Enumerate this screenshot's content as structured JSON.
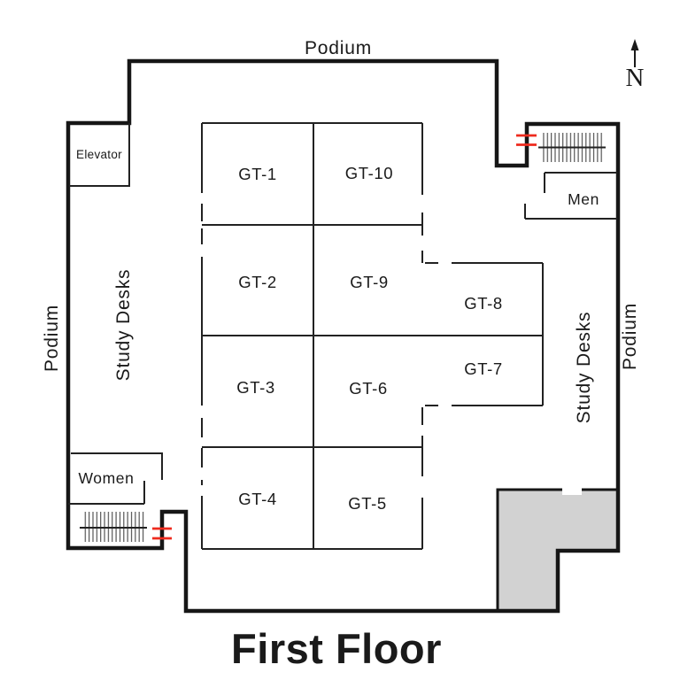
{
  "title": {
    "text": "First Floor",
    "color": "#1b3a66"
  },
  "compass": {
    "label": "N"
  },
  "areas": {
    "podium_top": "Podium",
    "podium_left": "Podium",
    "podium_right": "Podium",
    "study_desks_left": "Study Desks",
    "study_desks_right": "Study Desks"
  },
  "rooms": {
    "elevator": "Elevator",
    "men": "Men",
    "women": "Women",
    "gt": [
      "GT-1",
      "GT-2",
      "GT-3",
      "GT-4",
      "GT-5",
      "GT-6",
      "GT-7",
      "GT-8",
      "GT-9",
      "GT-10"
    ]
  },
  "colors": {
    "wall": "#161616",
    "interior_line": "#222222",
    "door_marker_red": "#ee2b1e",
    "service_area_gray": "#d2d2d2",
    "stair_hatch": "#555555"
  }
}
